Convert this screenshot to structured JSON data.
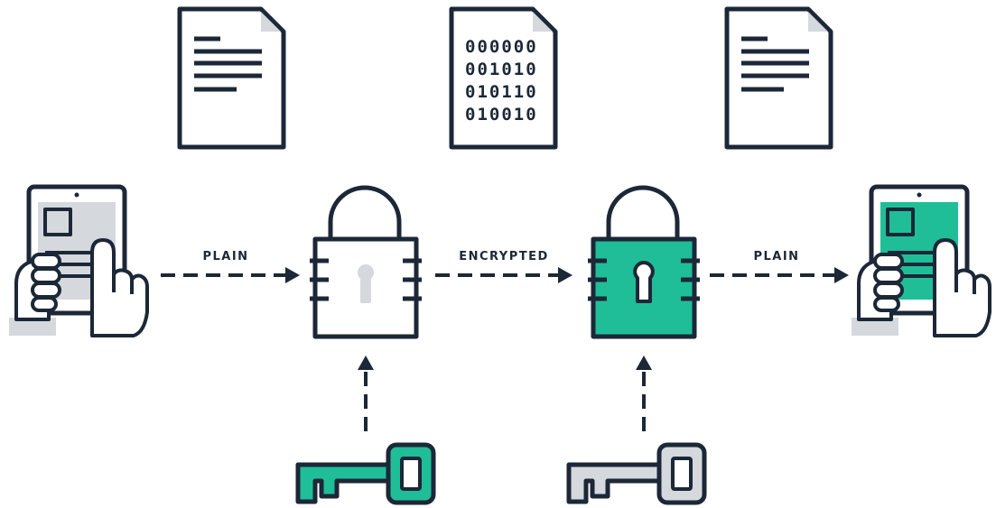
{
  "colors": {
    "stroke": "#1c2737",
    "accent": "#1fbe98",
    "neutral": "#d5d9dd",
    "background": "#ffffff"
  },
  "documents": {
    "plain_left": {
      "icon": "document-icon"
    },
    "encrypted": {
      "icon": "binary-document-icon",
      "lines": [
        "000000",
        "001010",
        "010110",
        "010010"
      ]
    },
    "plain_right": {
      "icon": "document-icon"
    }
  },
  "flow": {
    "sender_device": {
      "icon": "tablet-in-hands-icon"
    },
    "label_plain_in": "PLAIN",
    "first_lock": {
      "icon": "padlock-icon"
    },
    "label_encrypted": "ENCRYPTED",
    "second_lock": {
      "icon": "padlock-icon"
    },
    "label_plain_out": "PLAIN",
    "receiver_device": {
      "icon": "tablet-in-hands-icon"
    }
  },
  "keys": {
    "first_key": {
      "icon": "key-icon",
      "color": "#1fbe98"
    },
    "second_key": {
      "icon": "key-icon",
      "color": "#d5d9dd"
    }
  }
}
